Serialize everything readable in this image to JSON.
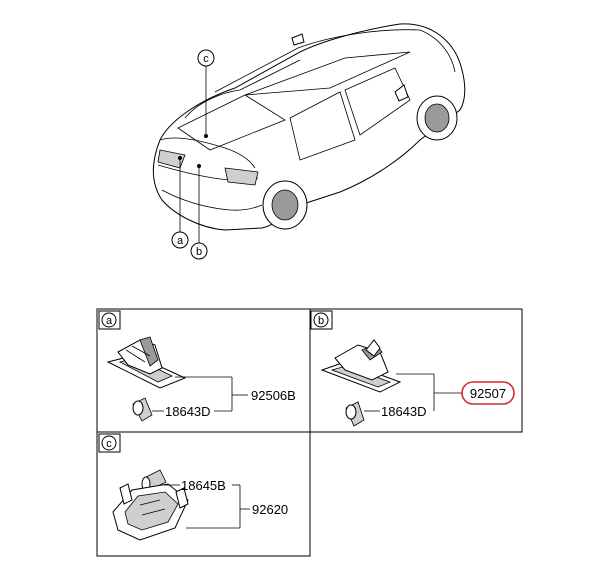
{
  "car": {
    "callouts": {
      "a": "a",
      "b": "b",
      "c": "c"
    }
  },
  "panels": {
    "a": {
      "tag": "a",
      "assembly_part": "92506B",
      "bulb_part": "18643D"
    },
    "b": {
      "tag": "b",
      "assembly_part": "92507",
      "bulb_part": "18643D",
      "highlight_color": "#d62a2a"
    },
    "c": {
      "tag": "c",
      "assembly_part": "92620",
      "bulb_part": "18645B"
    }
  }
}
